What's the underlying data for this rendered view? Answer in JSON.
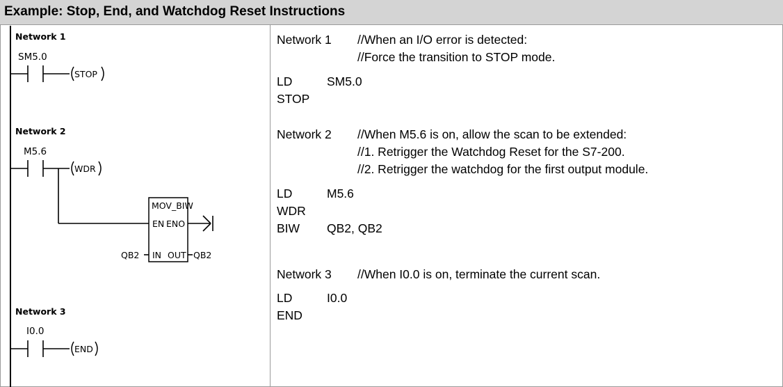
{
  "header": {
    "title": "Example: Stop, End, and Watchdog Reset Instructions"
  },
  "ladder": {
    "network1": {
      "label": "Network 1",
      "contact": "SM5.0",
      "coil": "STOP"
    },
    "network2": {
      "label": "Network 2",
      "contact": "M5.6",
      "coil": "WDR",
      "box": {
        "name": "MOV_BIW",
        "en": "EN",
        "eno": "ENO",
        "in": "IN",
        "out": "OUT",
        "in_operand": "QB2",
        "out_operand": "QB2"
      }
    },
    "network3": {
      "label": "Network 3",
      "contact": "I0.0",
      "coil": "END"
    }
  },
  "stl": {
    "n1": {
      "label": "Network 1",
      "comments": [
        "//When an I/O error is detected:",
        "//Force the transition to STOP mode."
      ],
      "lines": [
        {
          "op": "LD",
          "arg": "SM5.0"
        },
        {
          "op": "STOP",
          "arg": ""
        }
      ]
    },
    "n2": {
      "label": "Network 2",
      "comments": [
        "//When M5.6 is on, allow the scan to be extended:",
        "//1. Retrigger the Watchdog Reset for the S7-200.",
        "//2. Retrigger the watchdog for the first output module."
      ],
      "lines": [
        {
          "op": "LD",
          "arg": "M5.6"
        },
        {
          "op": "WDR",
          "arg": ""
        },
        {
          "op": "BIW",
          "arg": "QB2, QB2"
        }
      ]
    },
    "n3": {
      "label": "Network 3",
      "comments": [
        "//When I0.0 is on, terminate the current scan."
      ],
      "lines": [
        {
          "op": "LD",
          "arg": "I0.0"
        },
        {
          "op": "END",
          "arg": ""
        }
      ]
    }
  }
}
